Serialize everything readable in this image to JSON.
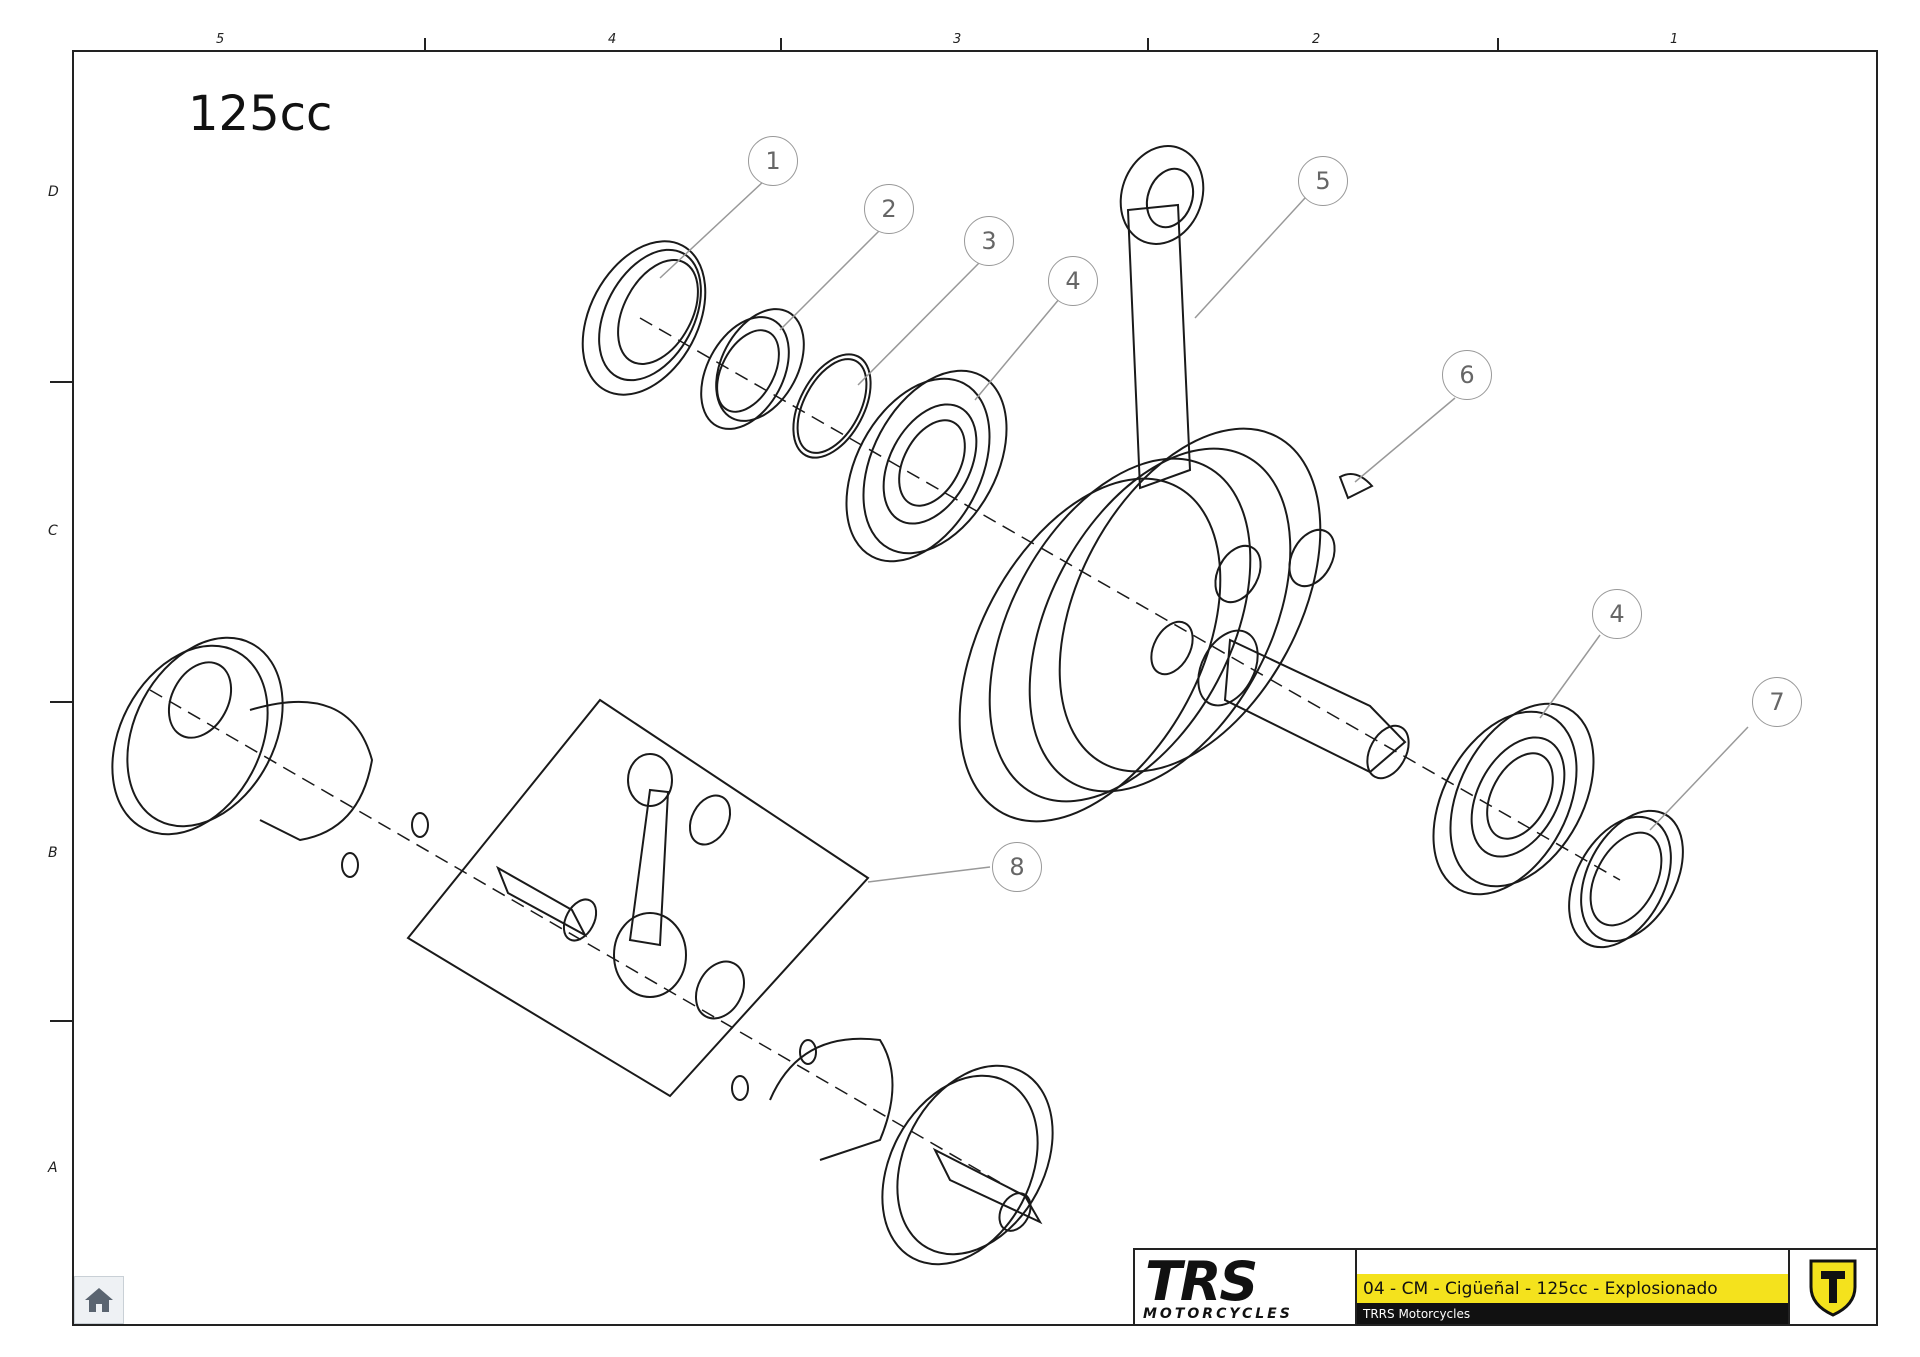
{
  "sheet": {
    "title": "125cc",
    "column_labels": [
      "5",
      "4",
      "3",
      "2",
      "1"
    ],
    "row_labels": [
      "D",
      "C",
      "B",
      "A"
    ]
  },
  "callouts": [
    "1",
    "2",
    "3",
    "4",
    "5",
    "6",
    "4",
    "7",
    "8"
  ],
  "title_block": {
    "logo_main": "TRS",
    "logo_sub": "MOTORCYCLES",
    "description": "04 - CM - Cigüeñal - 125cc - Explosionado",
    "company": "TRRS Motorcycles",
    "brand_color": "#f4e21d"
  },
  "icons": {
    "home": "home-icon",
    "brand": "trrs-shield-icon"
  }
}
